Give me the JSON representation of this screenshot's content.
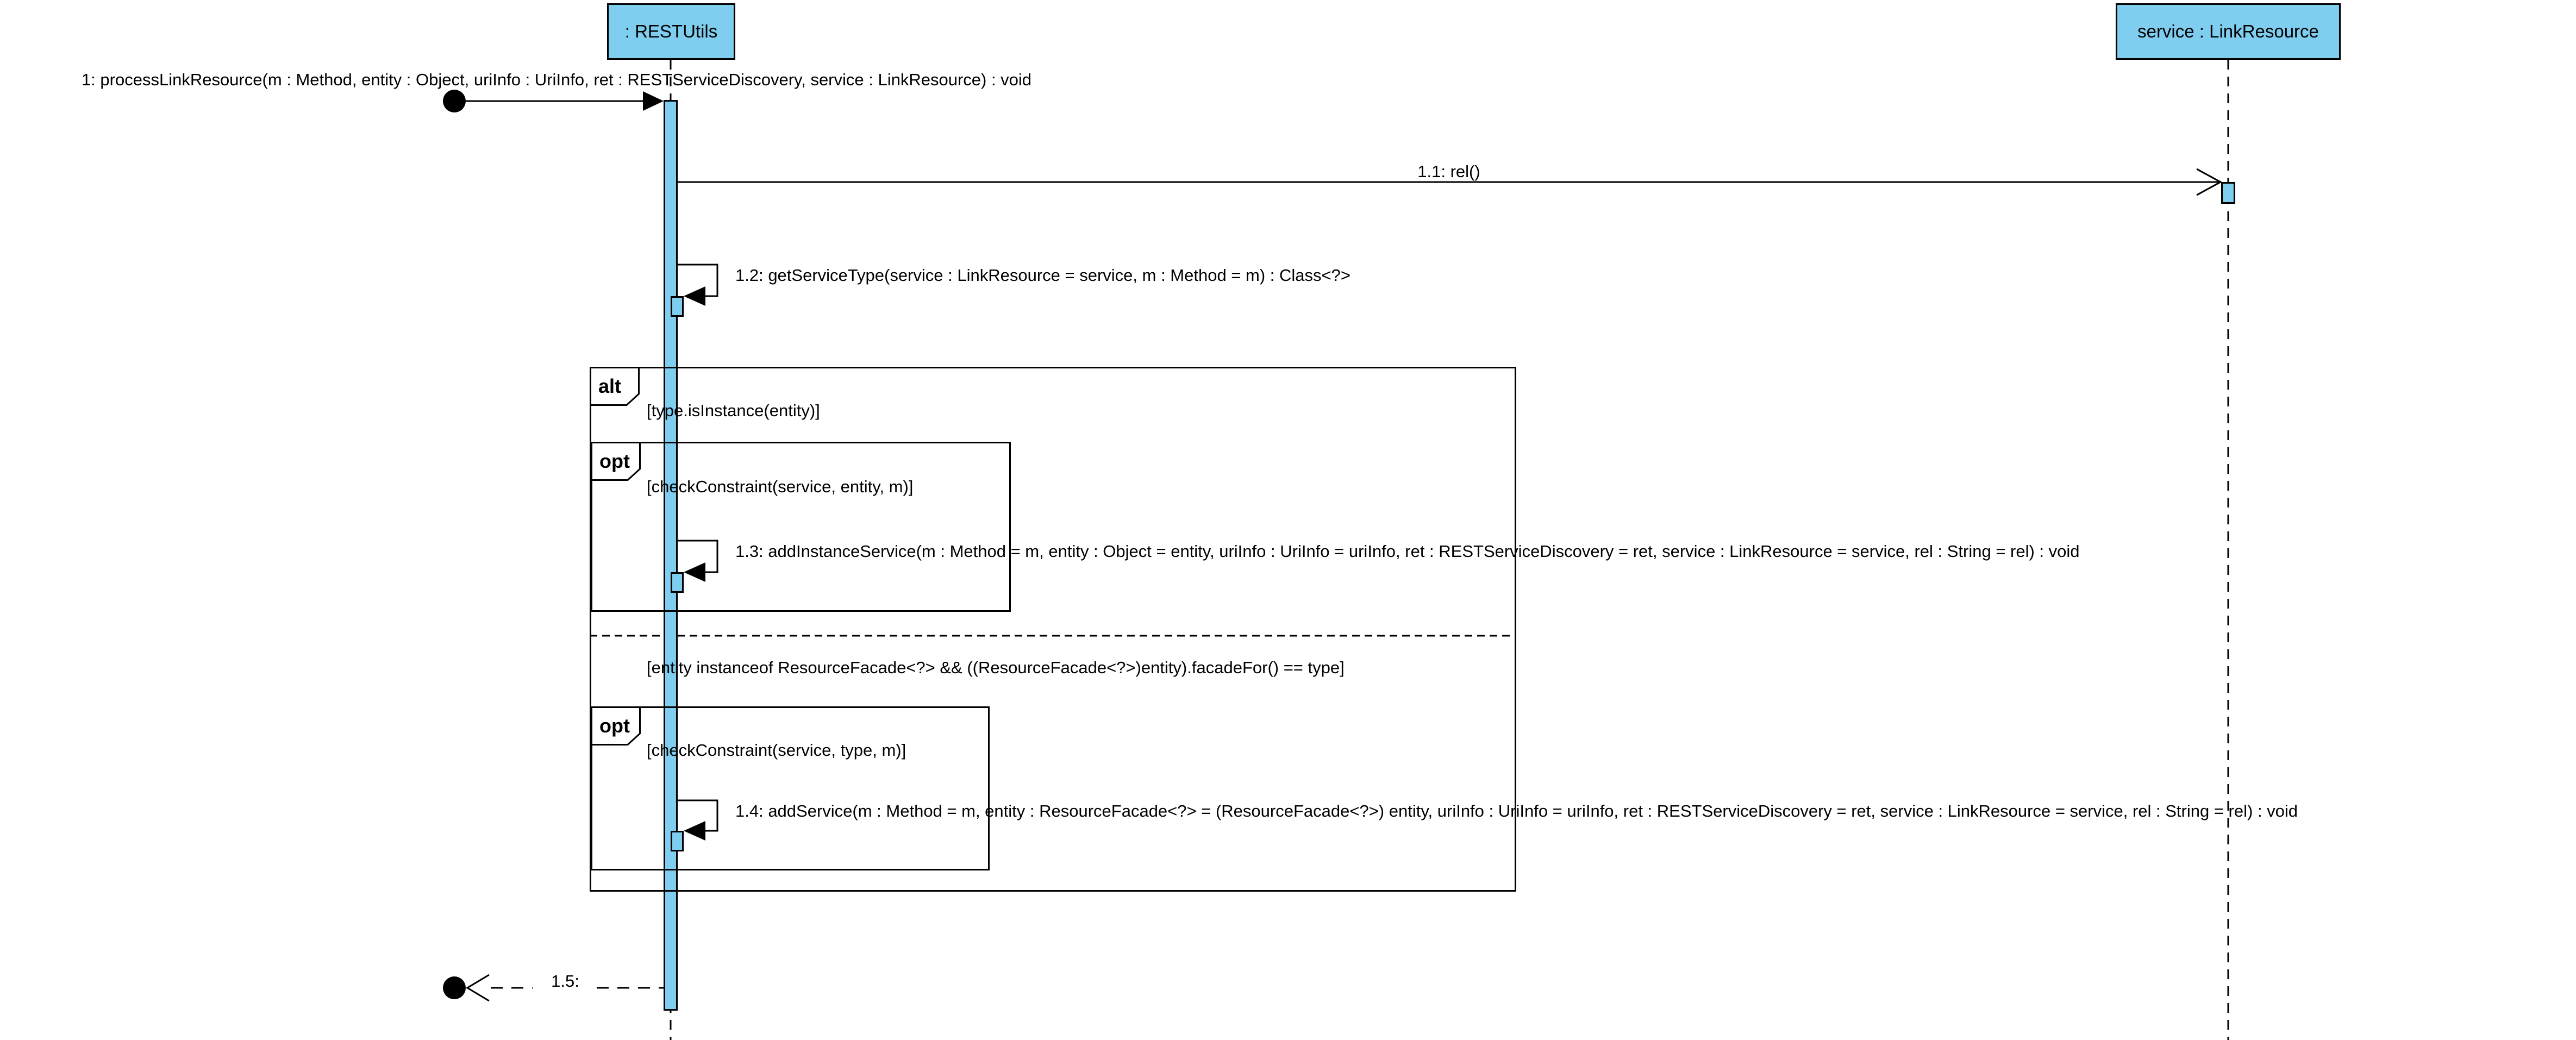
{
  "diagram": {
    "type": "uml-sequence-diagram",
    "lifelines": [
      {
        "name": ": RESTUtils"
      },
      {
        "name": "service : LinkResource"
      }
    ],
    "messages": {
      "m1": "1: processLinkResource(m : Method, entity : Object, uriInfo : UriInfo, ret : RESTServiceDiscovery, service : LinkResource) : void",
      "m1_1": "1.1: rel()",
      "m1_2": "1.2: getServiceType(service : LinkResource = service, m : Method = m) : Class<?>",
      "m1_3": "1.3: addInstanceService(m : Method = m, entity : Object = entity, uriInfo : UriInfo = uriInfo, ret : RESTServiceDiscovery = ret, service : LinkResource = service, rel : String = rel) : void",
      "m1_4": "1.4: addService(m : Method = m, entity : ResourceFacade<?> = (ResourceFacade<?>) entity, uriInfo : UriInfo = uriInfo, ret : RESTServiceDiscovery = ret, service : LinkResource = service, rel : String = rel) : void",
      "m1_5": "1.5:"
    },
    "fragments": {
      "alt": {
        "label": "alt",
        "guard_operand1": "[type.isInstance(entity)]",
        "guard_operand2": "[entity instanceof ResourceFacade<?> && ((ResourceFacade<?>)entity).facadeFor() == type]"
      },
      "opt1": {
        "label": "opt",
        "guard": "[checkConstraint(service, entity, m)]"
      },
      "opt2": {
        "label": "opt",
        "guard": "[checkConstraint(service, type, m)]"
      }
    },
    "colors": {
      "activation_fill": "#7FCEF0",
      "line": "#000000",
      "background": "#FFFFFF"
    }
  }
}
